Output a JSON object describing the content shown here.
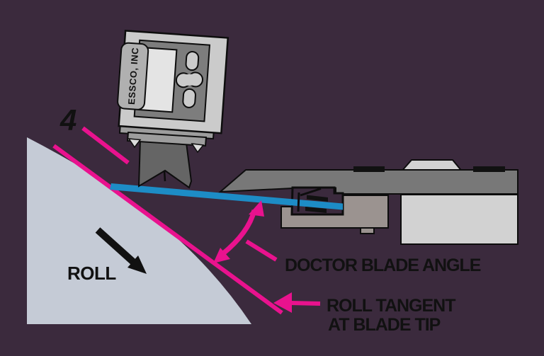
{
  "labels": {
    "gauge_brand": "ESSCO, INC",
    "angle_ref": "4",
    "roll": "ROLL",
    "doctor_blade_angle": "DOCTOR BLADE ANGLE",
    "roll_tangent_line1": "ROLL TANGENT",
    "roll_tangent_line2": "AT BLADE TIP"
  },
  "colors": {
    "background": "#3b2a3d",
    "pink": "#e9128e",
    "blade-blue": "#1d8cc6",
    "roll-gray": "#c5cbd6",
    "text-black": "#111111",
    "outline": "#0d0d0d",
    "bar-gray": "#787878",
    "box-light": "#d2d2d2",
    "clamp-taupe": "#9b9390",
    "gauge-body": "#cbcbcb",
    "gauge-panel": "#7d7d7d",
    "gauge-display": "#e4e4e4",
    "gauge-band": "#b0b0b0",
    "stem-gray": "#656565",
    "collar-gray": "#9d9d9d",
    "bracket-light": "#dcdcdc"
  }
}
